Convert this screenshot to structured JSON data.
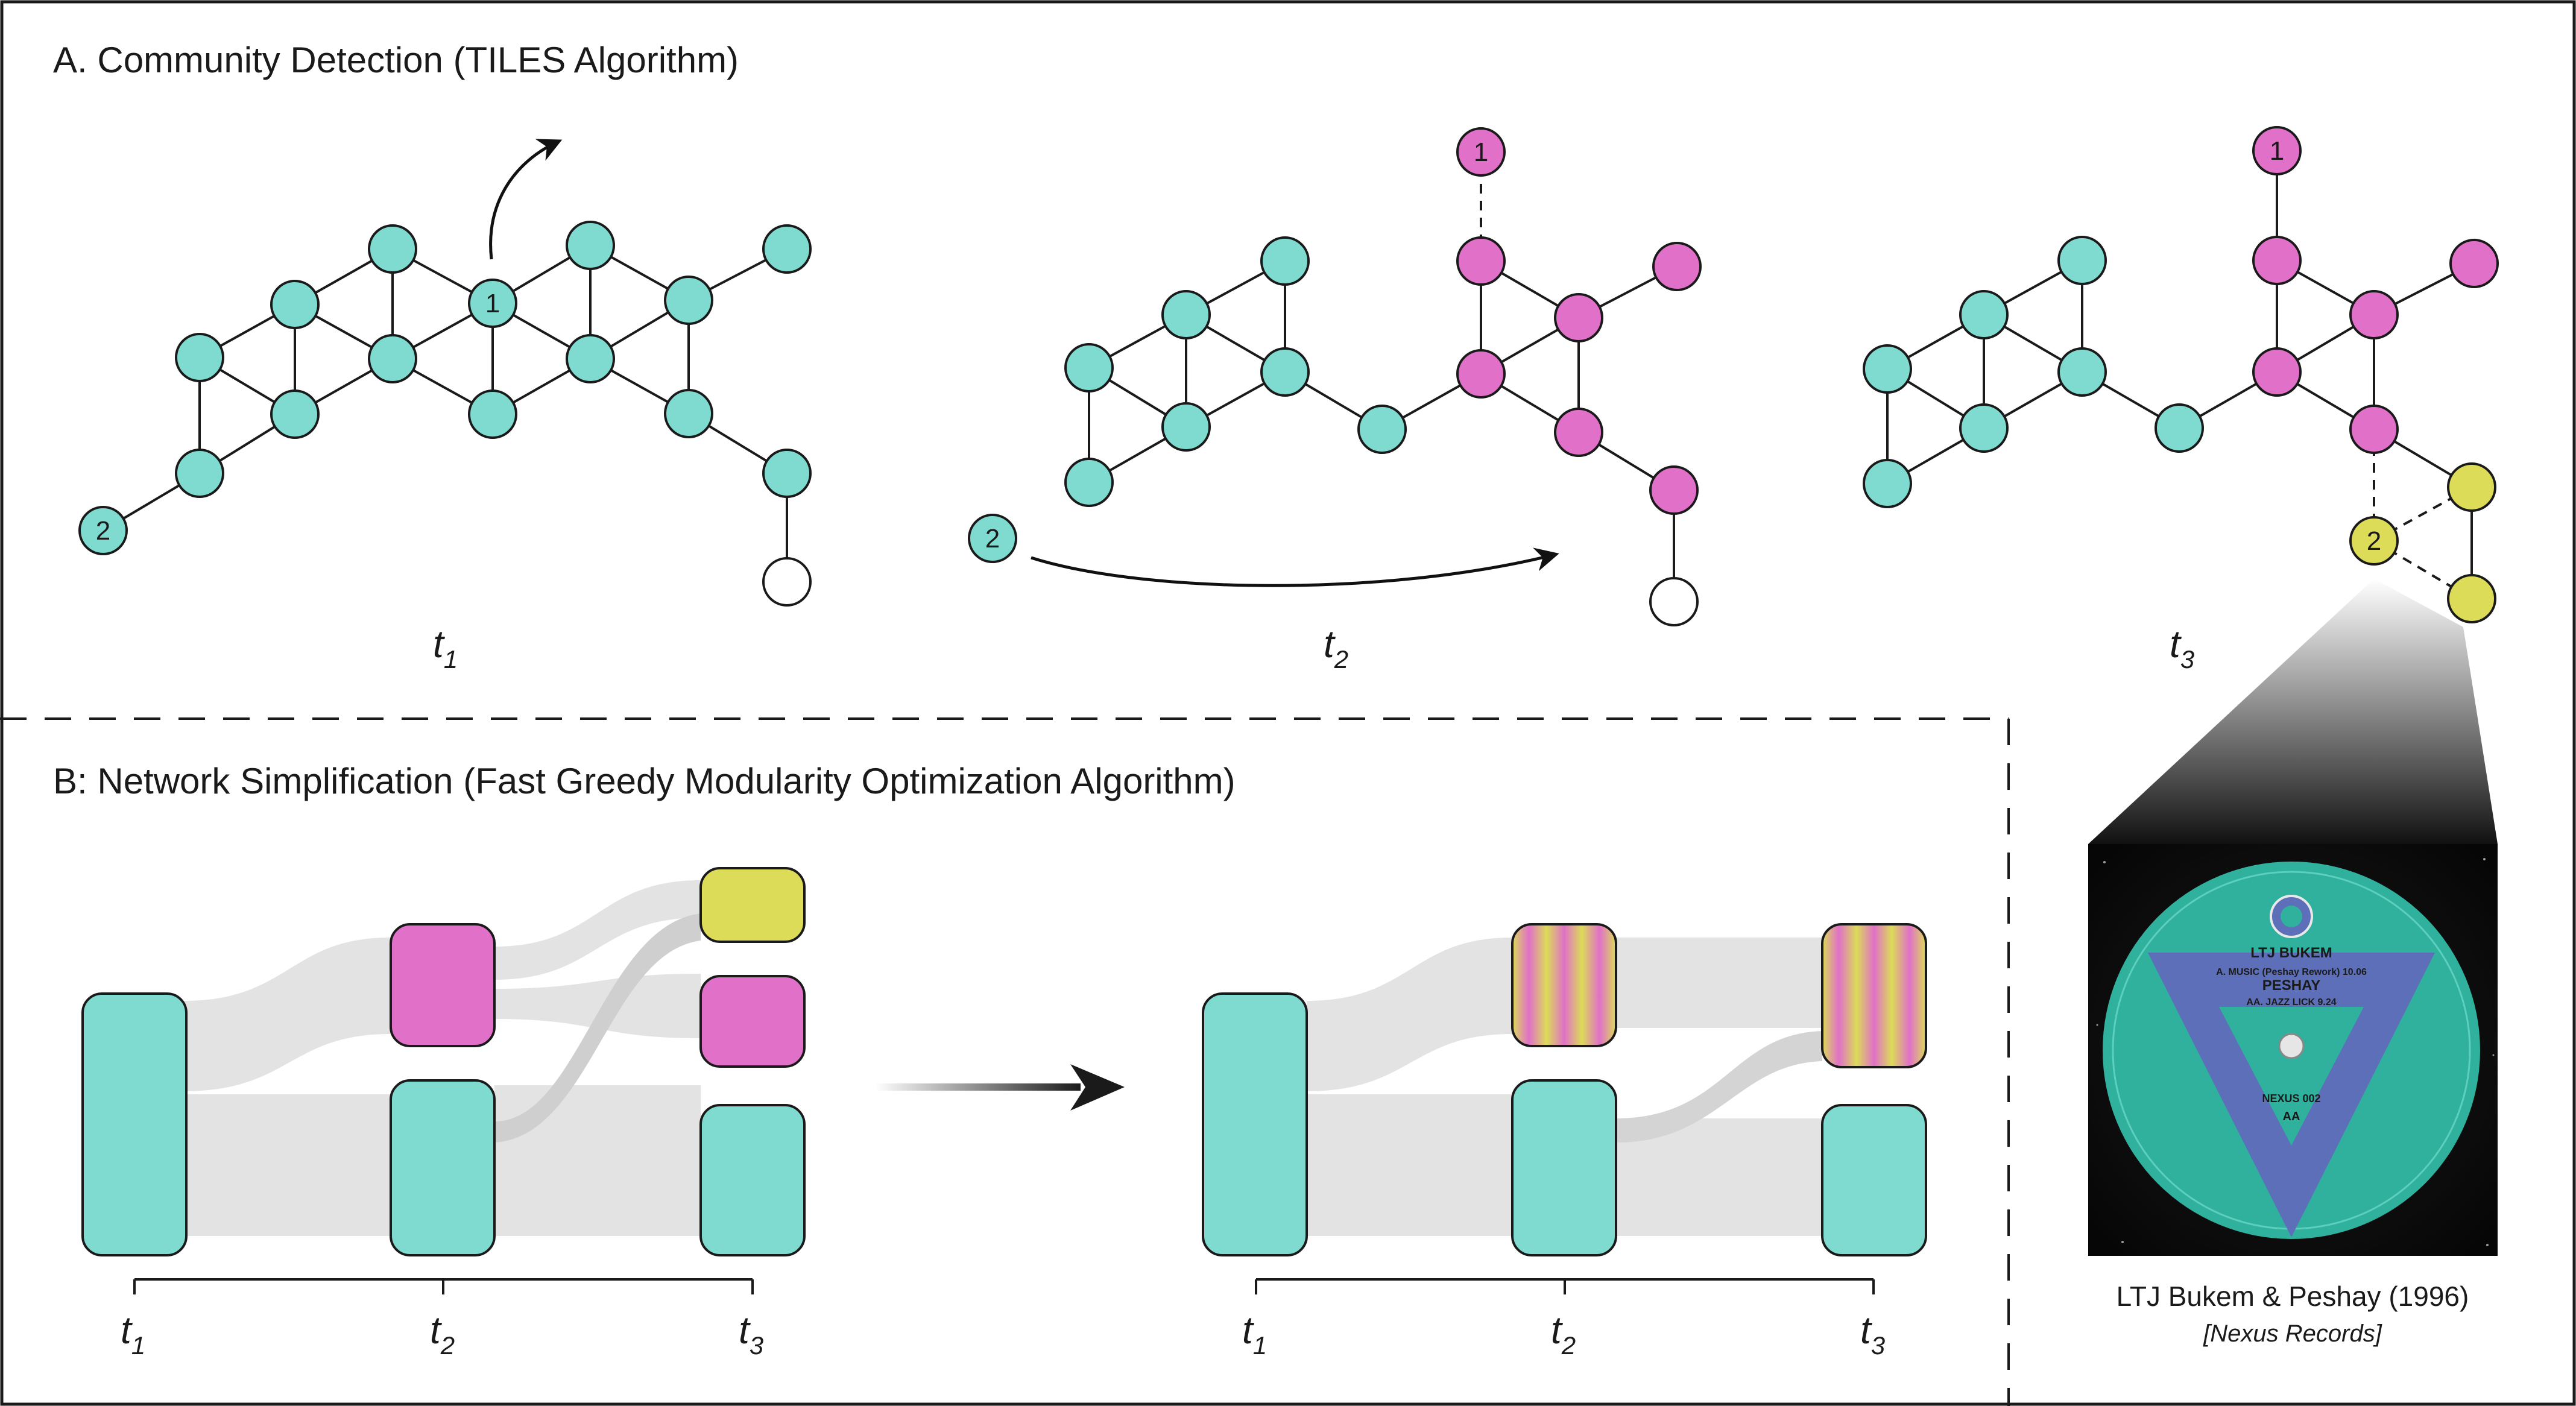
{
  "panel_a": {
    "title": "A. Community Detection (TILES Algorithm)",
    "time_labels": [
      "t",
      "t",
      "t"
    ],
    "time_subscripts": [
      "1",
      "2",
      "3"
    ],
    "node_labels": {
      "one": "1",
      "two": "2"
    }
  },
  "panel_b": {
    "title": "B: Network Simplification (Fast Greedy Modularity Optimization Algorithm)",
    "time_labels": [
      "t",
      "t",
      "t"
    ],
    "time_subscripts": [
      "1",
      "2",
      "3"
    ]
  },
  "record": {
    "caption": "LTJ Bukem & Peshay (1996)",
    "subcaption": "[Nexus Records]",
    "artist": "LTJ BUKEM",
    "track_a": "A. MUSIC (Peshay Rework) 10.06",
    "artist2": "PESHAY",
    "track_aa": "AA. JAZZ LICK 9.24",
    "catalog": "NEXUS 002",
    "side": "AA"
  },
  "colors": {
    "teal": "#7fdbd0",
    "magenta": "#e070c8",
    "yellow": "#dcdc58",
    "flow": "#e3e3e3",
    "outline": "#1a1a1a"
  }
}
